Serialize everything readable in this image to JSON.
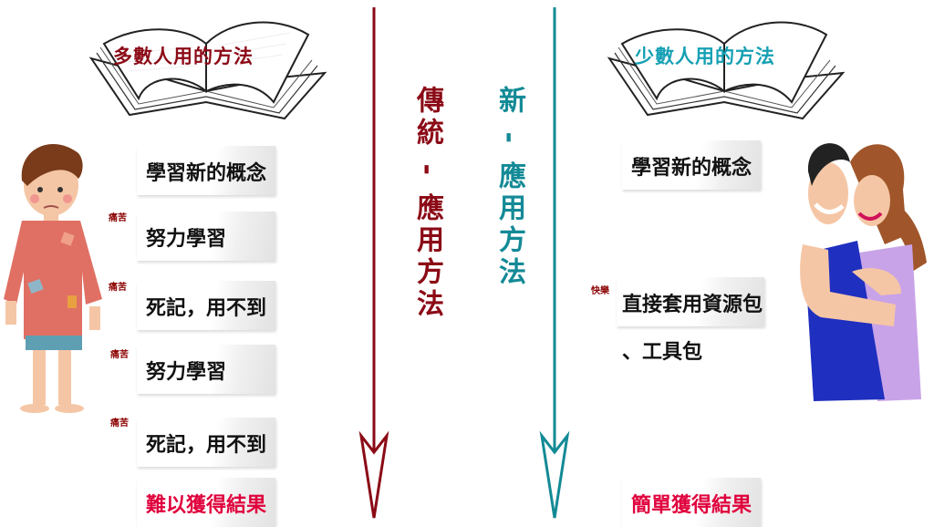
{
  "colors": {
    "traditional": "#8b0a16",
    "modern": "#138a96",
    "pain_tag": "#8b0000",
    "result": "#e0003c"
  },
  "left": {
    "book_title": "多數人用的方法",
    "steps": [
      {
        "text": "學習新的概念",
        "tag": ""
      },
      {
        "text": "努力學習",
        "tag": "痛苦"
      },
      {
        "text": "死記，用不到",
        "tag": "痛苦"
      },
      {
        "text": "努力學習",
        "tag": "痛苦"
      },
      {
        "text": "死記，用不到",
        "tag": "痛苦"
      }
    ],
    "result": "難以獲得結果"
  },
  "center": {
    "traditional_label": "傳統 - 應用方法",
    "modern_label": "新 - 應用方法"
  },
  "right": {
    "book_title": "少數人用的方法",
    "steps": [
      {
        "text": "學習新的概念",
        "tag": ""
      }
    ],
    "fast_tag": "快樂",
    "fast_line1": "直接套用資源包",
    "fast_line2": "、工具包",
    "result": "簡單獲得結果"
  },
  "icons": [
    "open-book-icon",
    "sad-boy-illustration",
    "happy-couple-illustration",
    "down-arrow-icon"
  ]
}
